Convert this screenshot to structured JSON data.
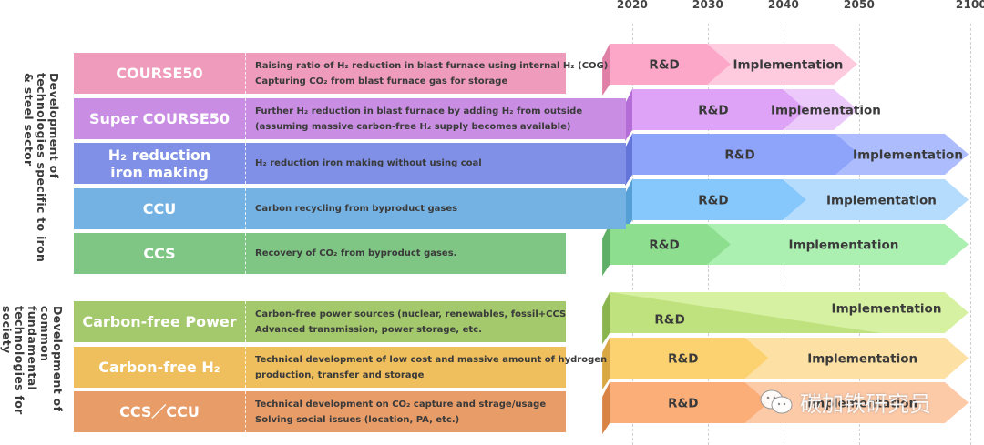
{
  "timeline": {
    "years": [
      "2020",
      "2030",
      "2040",
      "2050",
      "2100"
    ]
  },
  "groups": [
    {
      "label": "Development of technologies specific to iron & steel sector"
    },
    {
      "label": "Development of common fundamental technologies for society"
    }
  ],
  "rows": [
    {
      "name": "COURSE50",
      "desc": [
        "Raising ratio of H₂ reduction in blast furnace using internal H₂ (COG)",
        "Capturing CO₂ from blast furnace gas for storage"
      ],
      "color": "#ef9bbb",
      "rd_label": "R&D",
      "impl_label": "Implementation",
      "rd_color": "#fca7c8",
      "impl_color": "#fdcade",
      "edge_color": "#e080a6",
      "start_year": 2017,
      "split_year": 2033,
      "end_year": 2050
    },
    {
      "name": "Super COURSE50",
      "desc": [
        "Further H₂ reduction in blast furnace by adding H₂ from outside",
        "(assuming massive carbon-free H₂ supply becomes available)"
      ],
      "color": "#c98ee3",
      "rd_label": "R&D",
      "impl_label": "Implementation",
      "rd_color": "#dea3f7",
      "impl_color": "#ecc9fb",
      "edge_color": "#b46dd6",
      "start_year": 2020,
      "split_year": 2043,
      "end_year": 2050
    },
    {
      "name": "H₂ reduction\niron making",
      "desc": [
        "H₂ reduction iron making without using coal"
      ],
      "color": "#7f90e6",
      "rd_label": "R&D",
      "impl_label": "Implementation",
      "rd_color": "#8ea4fb",
      "impl_color": "#adbcfd",
      "edge_color": "#6375d8",
      "start_year": 2020,
      "split_year": 2050,
      "end_year": 2100
    },
    {
      "name": "CCU",
      "desc": [
        "Carbon recycling from byproduct gases"
      ],
      "color": "#74b2e3",
      "rd_label": "R&D",
      "impl_label": "Implementation",
      "rd_color": "#86c8fc",
      "impl_color": "#b6dcfd",
      "edge_color": "#559fd7",
      "start_year": 2020,
      "split_year": 2043,
      "end_year": 2100
    },
    {
      "name": "CCS",
      "desc": [
        "Recovery of CO₂ from byproduct gases."
      ],
      "color": "#7fc685",
      "rd_label": "R&D",
      "impl_label": "Implementation",
      "rd_color": "#8ede90",
      "impl_color": "#abefb1",
      "edge_color": "#5faf66",
      "start_year": 2017,
      "split_year": 2033,
      "end_year": 2100
    },
    {
      "name": "Carbon-free Power",
      "desc": [
        "Carbon-free power sources (nuclear, renewables, fossil+CCS",
        "Advanced transmission, power storage, etc."
      ],
      "color": "#a4c86c",
      "rd_label": "R&D",
      "impl_label": "Implementation",
      "rd_color": "#bfe27e",
      "impl_color": "#d7f1a3",
      "edge_color": "#8ab54e",
      "start_year": 2017,
      "split_year": null,
      "end_year": 2100,
      "diagonal": true
    },
    {
      "name": "Carbon-free H₂",
      "desc": [
        "Technical development of low cost and massive amount of hydrogen",
        " production, transfer and storage"
      ],
      "color": "#efbf5d",
      "rd_label": "R&D",
      "impl_label": "Implementation",
      "rd_color": "#fcd170",
      "impl_color": "#fde0a3",
      "edge_color": "#d9a744",
      "start_year": 2017,
      "split_year": 2038,
      "end_year": 2100
    },
    {
      "name": "CCS／CCU",
      "desc": [
        "Technical development on CO₂ capture and strage/usage",
        " Solving social issues (location, PA, etc.)"
      ],
      "color": "#e89c68",
      "rd_label": "R&D",
      "impl_label": "Implementation",
      "rd_color": "#fcae78",
      "impl_color": "#fdcaa8",
      "edge_color": "#d98446",
      "start_year": 2017,
      "split_year": 2038,
      "end_year": 2100
    }
  ],
  "watermark": {
    "text": "碳加铁研究员"
  }
}
